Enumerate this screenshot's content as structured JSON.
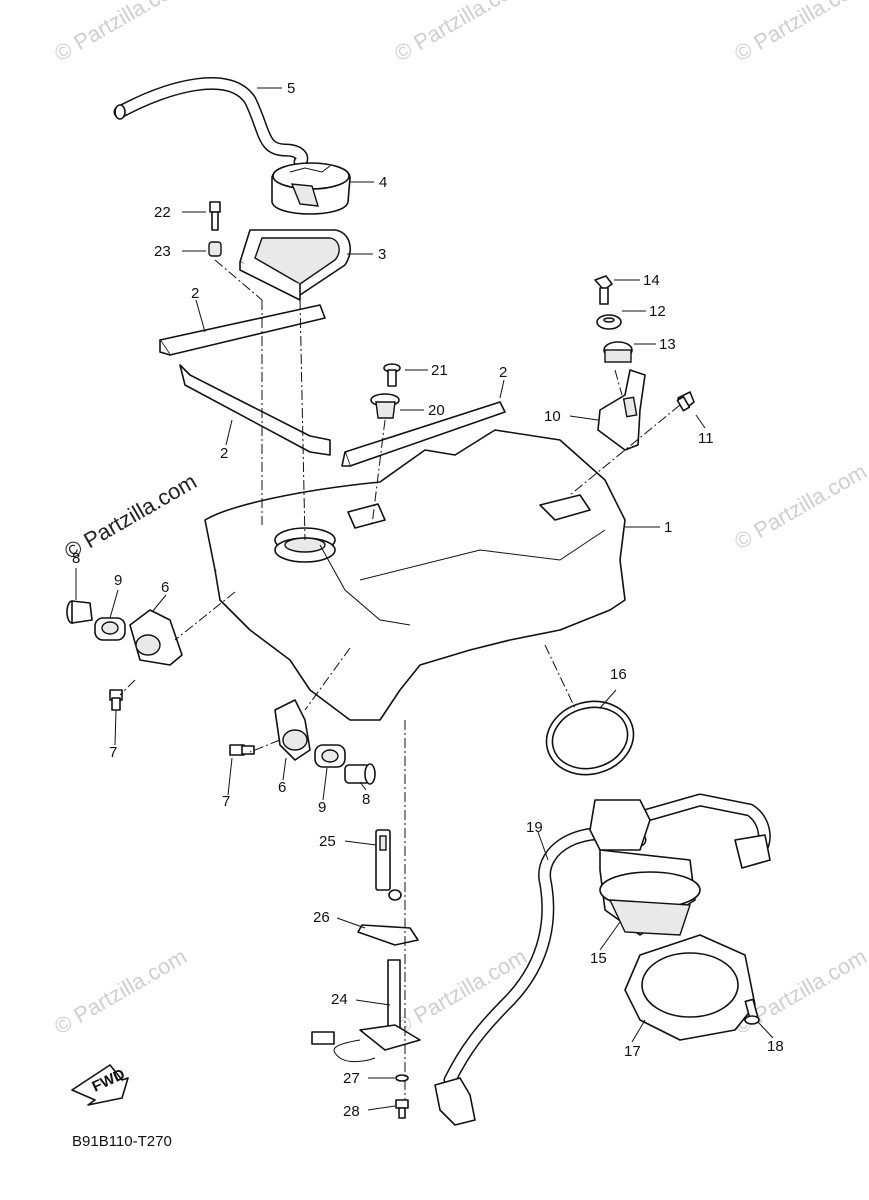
{
  "diagram": {
    "code": "B91B110-T270",
    "fwd_label": "FWD",
    "watermark_main": "© Partzilla.com",
    "watermark_small": "© Partzilla.com",
    "callouts": {
      "p1": "1",
      "p2a": "2",
      "p2b": "2",
      "p2c": "2",
      "p3": "3",
      "p4": "4",
      "p5": "5",
      "p6a": "6",
      "p6b": "6",
      "p7a": "7",
      "p7b": "7",
      "p8a": "8",
      "p8b": "8",
      "p9a": "9",
      "p9b": "9",
      "p10": "10",
      "p11": "11",
      "p12": "12",
      "p13": "13",
      "p14": "14",
      "p15": "15",
      "p16": "16",
      "p17": "17",
      "p18": "18",
      "p19": "19",
      "p20": "20",
      "p21": "21",
      "p22": "22",
      "p23": "23",
      "p24": "24",
      "p25": "25",
      "p26": "26",
      "p27": "27",
      "p28": "28"
    }
  }
}
